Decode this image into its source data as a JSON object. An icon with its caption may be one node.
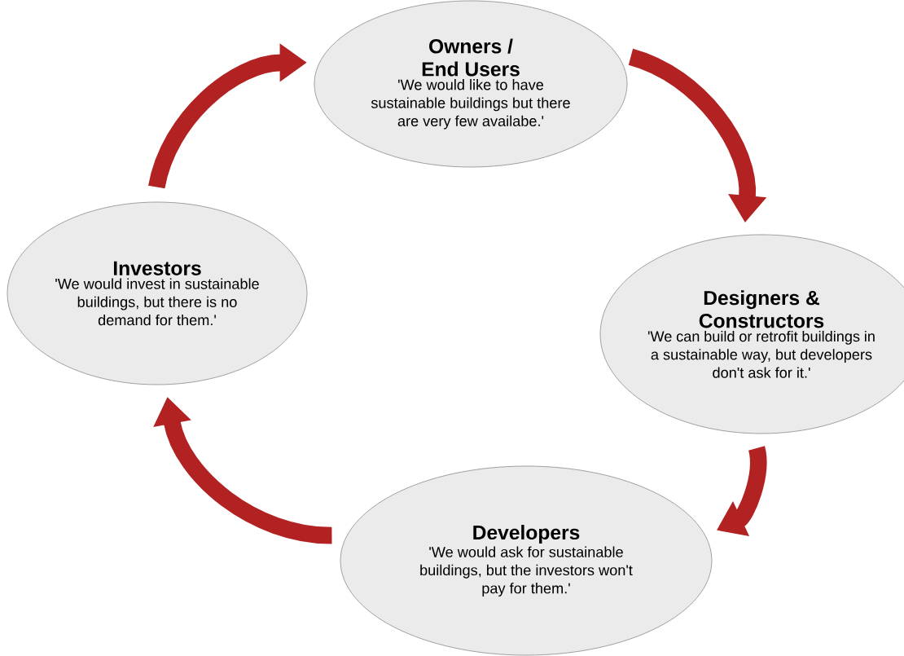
{
  "diagram": {
    "nodes": [
      {
        "text": [
          "Owners / End Users",
          "'We would like to have sustainable buildings but there are very few availabe.'"
        ]
      },
      {
        "text": [
          "Designers & Constructors",
          "'We can build or retrofit buildings in a sustainable way, but developers don't ask for it.'"
        ]
      },
      {
        "text": [
          "Developers",
          "'We would ask for sustainable buildings, but the investors won't pay for them.'"
        ]
      },
      {
        "text": [
          "Investors",
          "'We would invest in sustainable buildings, but there is no demand for them.'"
        ]
      }
    ],
    "edges": [
      {
        "from": 0,
        "to": 1,
        "arrow": "to"
      },
      {
        "from": 1,
        "to": 2,
        "arrow": "to"
      },
      {
        "from": 2,
        "to": 3,
        "arrow": "to"
      },
      {
        "from": 3,
        "to": 0,
        "arrow": "to"
      }
    ]
  }
}
